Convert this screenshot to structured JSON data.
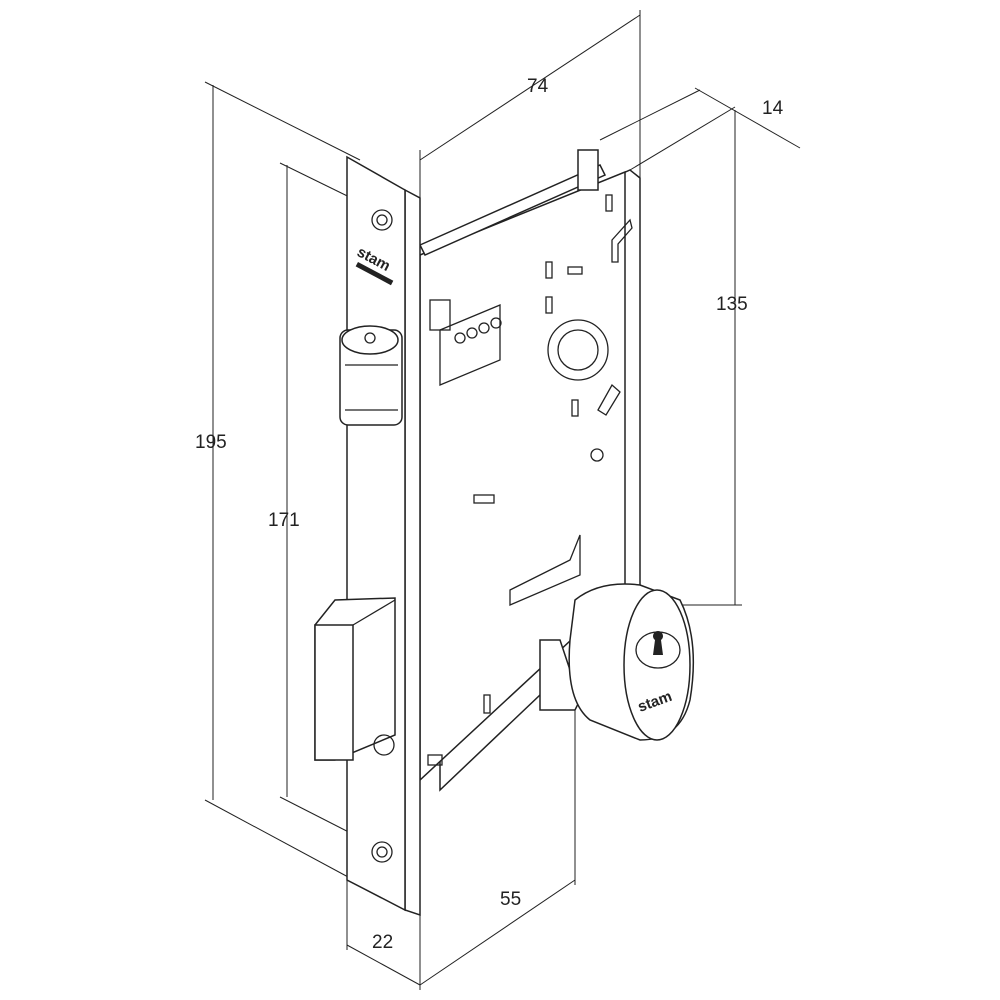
{
  "title": "Mortise lock with cylinder - dimensional drawing",
  "brand": "stam",
  "dimensions": {
    "height_total": "195",
    "screw_spacing": "171",
    "depth_body": "74",
    "body_offset": "14",
    "body_height": "135",
    "backset": "55",
    "faceplate_width": "22"
  }
}
